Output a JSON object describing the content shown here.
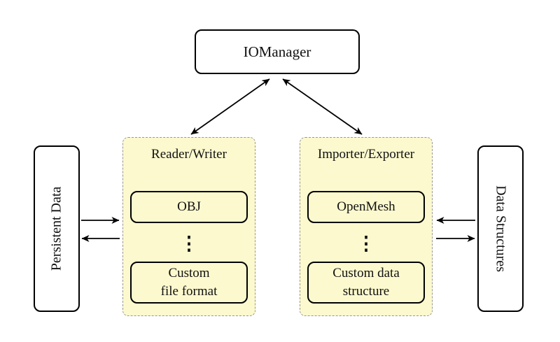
{
  "colors": {
    "container_fill": "#fcf9ce",
    "container_border": "#979797",
    "line": "#000000"
  },
  "nodes": {
    "io_manager": {
      "label": "IOManager"
    },
    "persistent_data": {
      "label": "Persistent Data"
    },
    "data_structures": {
      "label": "Data Structures"
    },
    "reader_writer": {
      "title": "Reader/Writer",
      "top_item": "OBJ",
      "ellipsis": "⋮",
      "bottom_item": "Custom\nfile format"
    },
    "importer_exporter": {
      "title": "Importer/Exporter",
      "top_item": "OpenMesh",
      "ellipsis": "⋮",
      "bottom_item": "Custom data\nstructure"
    }
  }
}
